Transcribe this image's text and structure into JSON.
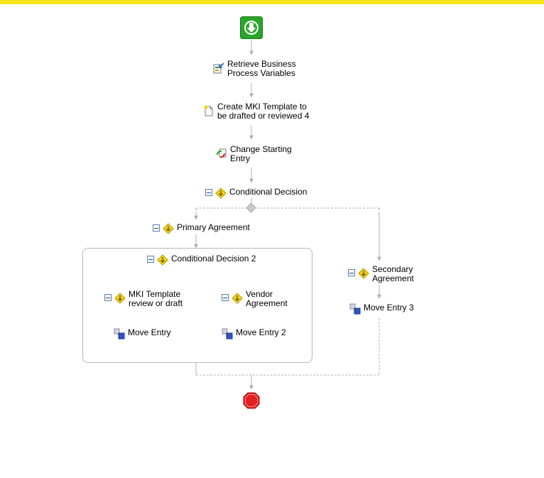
{
  "nodes": {
    "start": "start-node",
    "retrieve": "Retrieve Business\nProcess Variables",
    "create": "Create MKI Template to\nbe drafted or reviewed 4",
    "change": "Change Starting\nEntry",
    "cond1": "Conditional Decision",
    "primary": "Primary Agreement",
    "cond2": "Conditional Decision 2",
    "mki": "MKI Template\nreview or draft",
    "vendor": "Vendor\nAgreement",
    "move1": "Move Entry",
    "move2": "Move Entry 2",
    "secondary": "Secondary\nAgreement",
    "move3": "Move Entry 3",
    "stop": "stop-node"
  },
  "colors": {
    "top_bar": "#f5e41a",
    "start": "#2aa52a",
    "stop": "#e32020",
    "connector": "#b0b0b0",
    "decision": "#f3d21a"
  }
}
